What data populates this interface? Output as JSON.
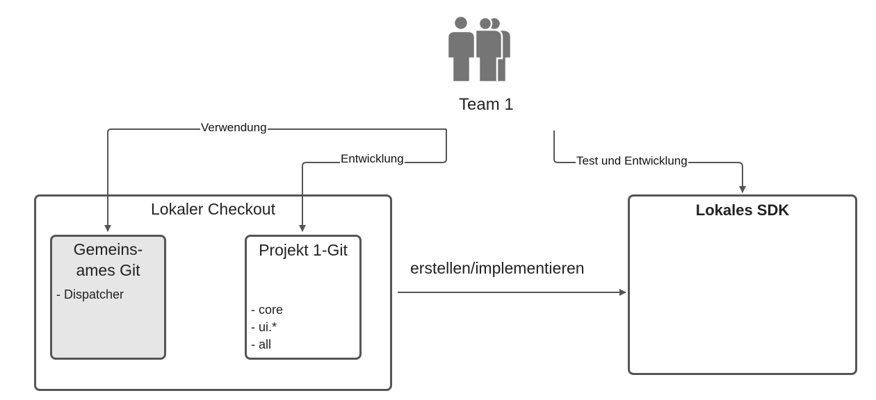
{
  "actor": {
    "label": "Team 1",
    "icon": "team-icon"
  },
  "edges": {
    "verwendung": "Verwendung",
    "entwicklung": "Entwicklung",
    "test": "Test und Entwicklung",
    "erstellen": "erstellen/implementieren"
  },
  "local_checkout": {
    "title": "Lokaler Checkout",
    "shared_git": {
      "title_line1": "Gemeins-",
      "title_line2": "ames Git",
      "items": [
        "- Dispatcher"
      ]
    },
    "project_git": {
      "title": "Projekt 1-Git",
      "items": [
        "- core",
        "- ui.*",
        "- all"
      ]
    }
  },
  "local_sdk": {
    "title": "Lokales SDK"
  },
  "colors": {
    "line": "#555555",
    "shared_fill": "#e6e6e6",
    "icon": "#757575"
  }
}
